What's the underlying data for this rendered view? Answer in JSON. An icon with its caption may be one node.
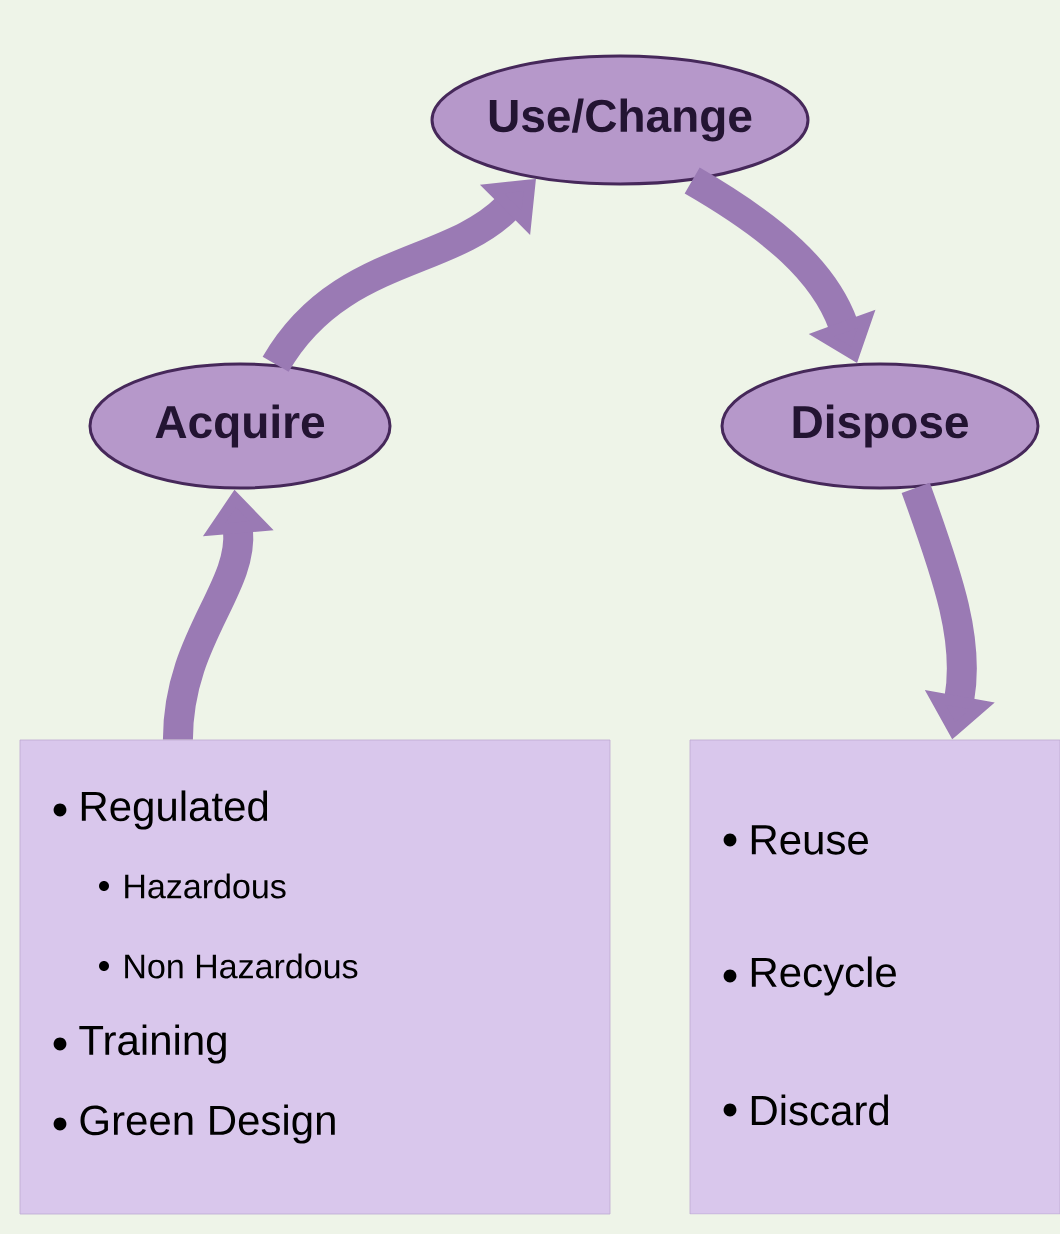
{
  "diagram": {
    "nodes": [
      {
        "text": [
          "Use/Change"
        ]
      },
      {
        "text": [
          "Acquire"
        ]
      },
      {
        "text": [
          "Dispose"
        ]
      },
      {
        "text": [
          "Regulated",
          "Hazardous",
          "Non Hazardous",
          "Training",
          "Green Design"
        ]
      },
      {
        "text": [
          "Reuse",
          "Recycle",
          "Discard"
        ]
      }
    ],
    "edges": [
      {
        "from": 1,
        "to": 0,
        "arrow": "to"
      },
      {
        "from": 0,
        "to": 2,
        "arrow": "to"
      },
      {
        "from": 3,
        "to": 1,
        "arrow": "to"
      },
      {
        "from": 2,
        "to": 4,
        "arrow": "to"
      }
    ]
  }
}
